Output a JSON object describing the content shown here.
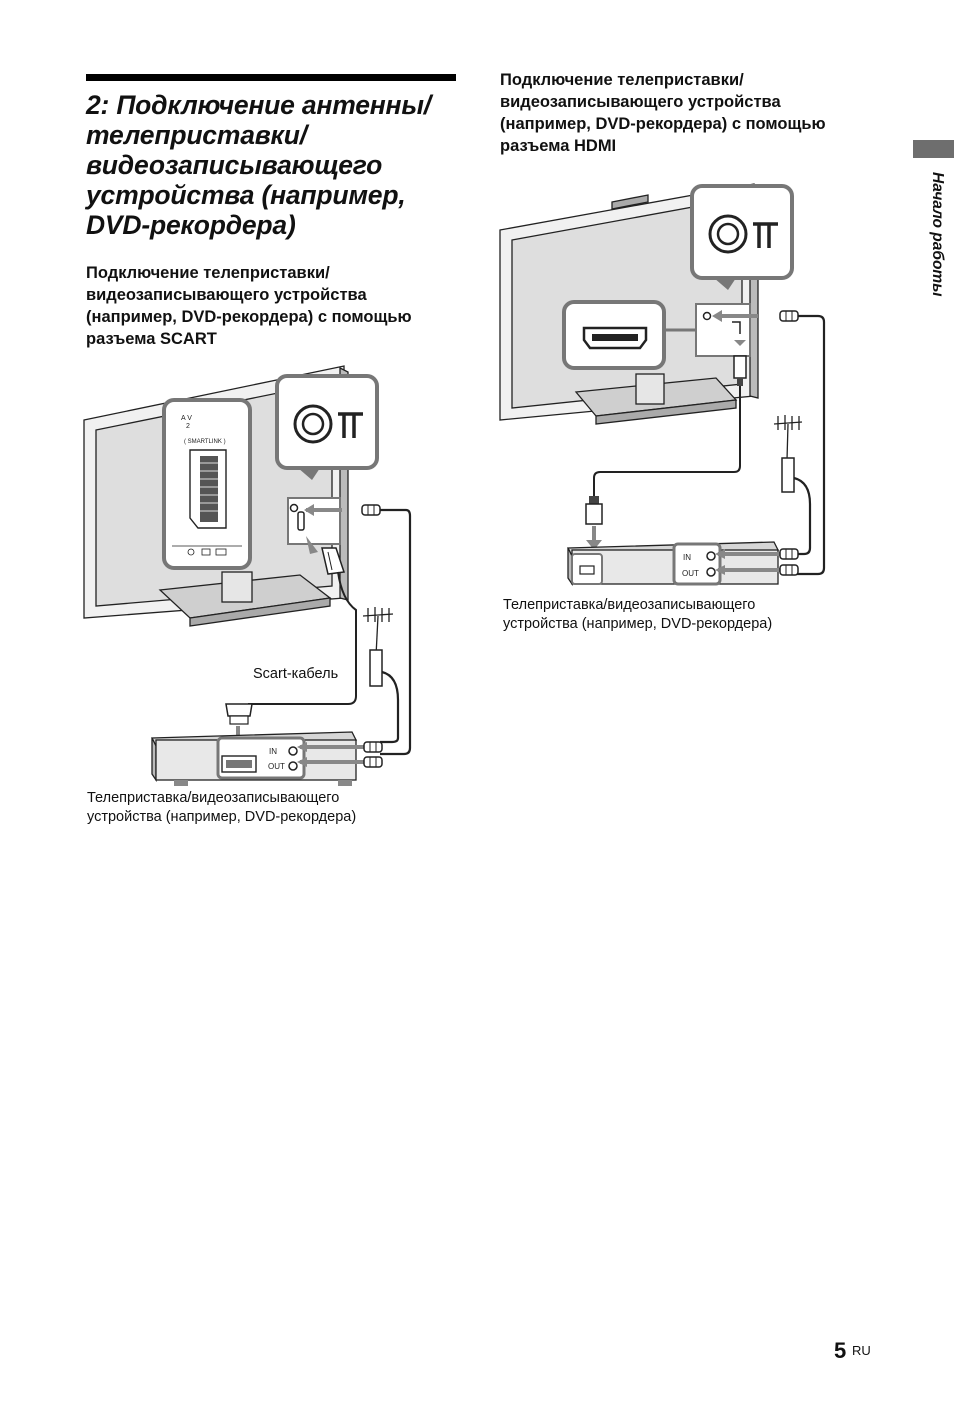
{
  "side_tab": {
    "label": "Начало работы"
  },
  "main_title": {
    "lines": [
      "2: Подключение антенны/",
      "телеприставки/",
      "видеозаписывающего",
      "устройства (например,",
      "DVD-рекордера)"
    ]
  },
  "scart_section": {
    "heading_lines": [
      "Подключение телеприставки/",
      "видеозаписывающего устройства",
      "(например, DVD-рекордера) с помощью",
      "разъема SCART"
    ],
    "tv_port_labels": {
      "av": "A V",
      "av_num": "2",
      "smartlink": "( SMARTLINK )"
    },
    "cable_label": "Scart-кабель",
    "device_ports": {
      "in": "IN",
      "out": "OUT"
    },
    "device_caption_lines": [
      "Телеприставка/видеозаписывающего",
      "устройства (например, DVD-рекордера)"
    ]
  },
  "hdmi_section": {
    "heading_lines": [
      "Подключение телеприставки/",
      "видеозаписывающего устройства",
      "(например, DVD-рекордера) с помощью",
      "разъема HDMI"
    ],
    "device_ports": {
      "in": "IN",
      "out": "OUT"
    },
    "device_caption_lines": [
      "Телеприставка/видеозаписывающего",
      "устройства (например, DVD-рекордера)"
    ]
  },
  "footer": {
    "page_number": "5",
    "language": "RU"
  }
}
